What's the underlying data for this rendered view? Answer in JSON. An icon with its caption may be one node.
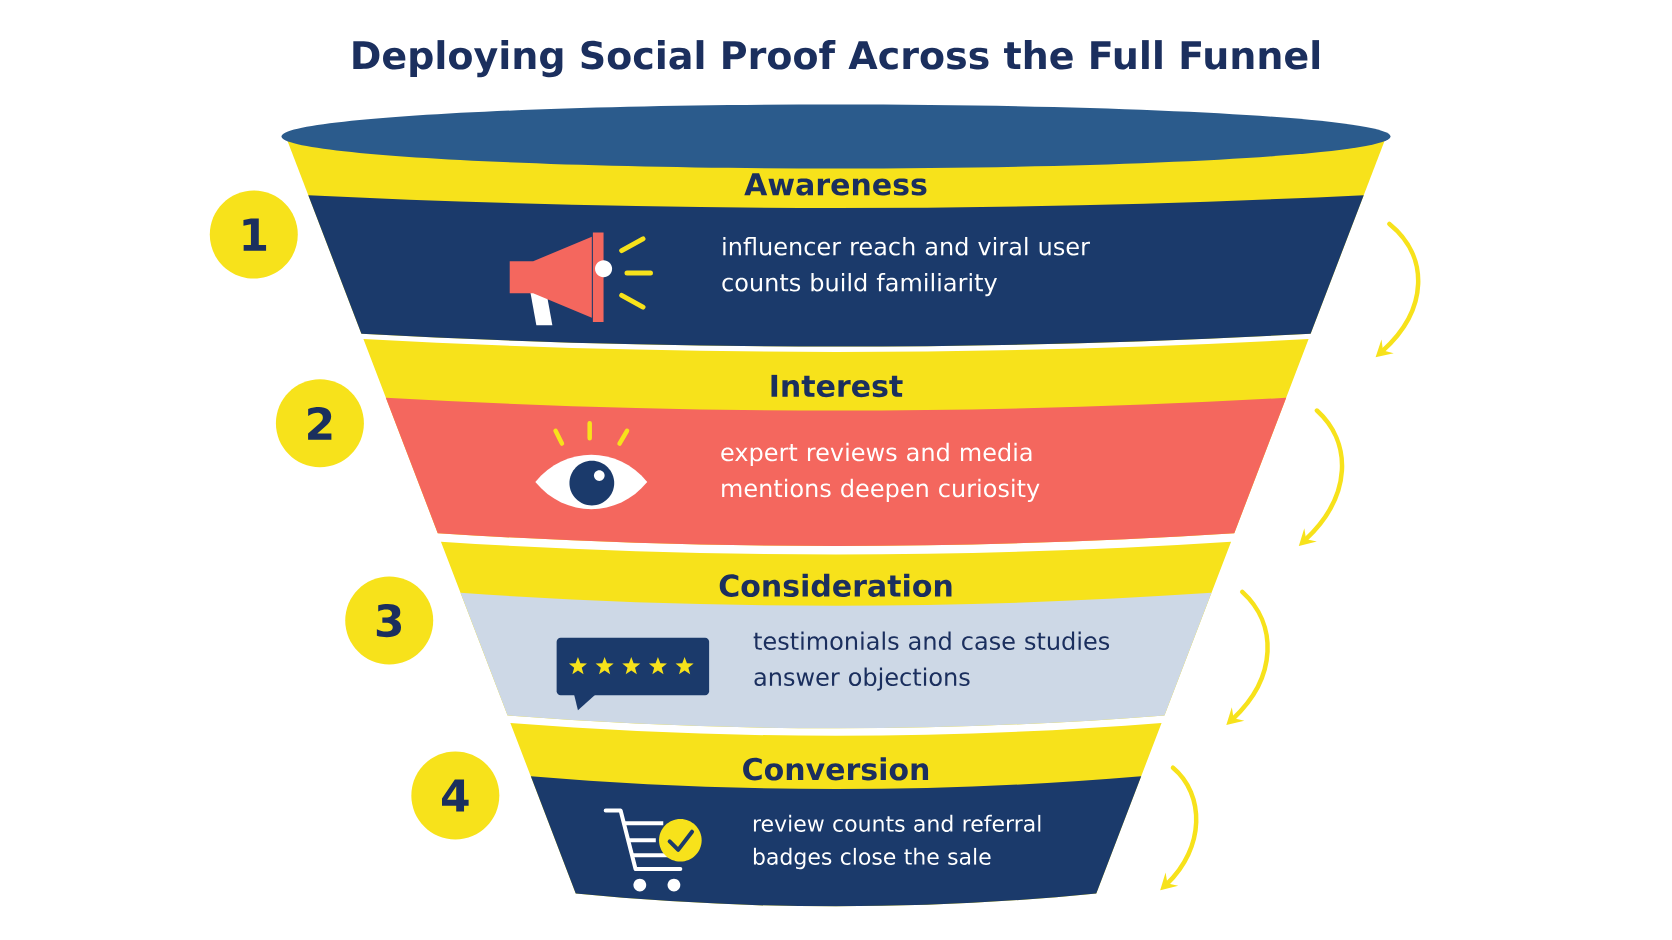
{
  "diagram": {
    "title": "Deploying Social Proof Across the Full Funnel",
    "nodes": [
      {
        "text": [
          "1"
        ]
      },
      {
        "text": [
          "Awareness",
          "influencer reach and viral user counts build familiarity"
        ]
      },
      {
        "text": [
          "2"
        ]
      },
      {
        "text": [
          "Interest",
          "expert reviews and media mentions deepen curiosity"
        ]
      },
      {
        "text": [
          "3"
        ]
      },
      {
        "text": [
          "Consideration",
          "testimonials and case studies answer objections"
        ]
      },
      {
        "text": [
          "4"
        ]
      },
      {
        "text": [
          "Conversion",
          "review counts and referral badges close the sale"
        ]
      }
    ],
    "edges": []
  }
}
